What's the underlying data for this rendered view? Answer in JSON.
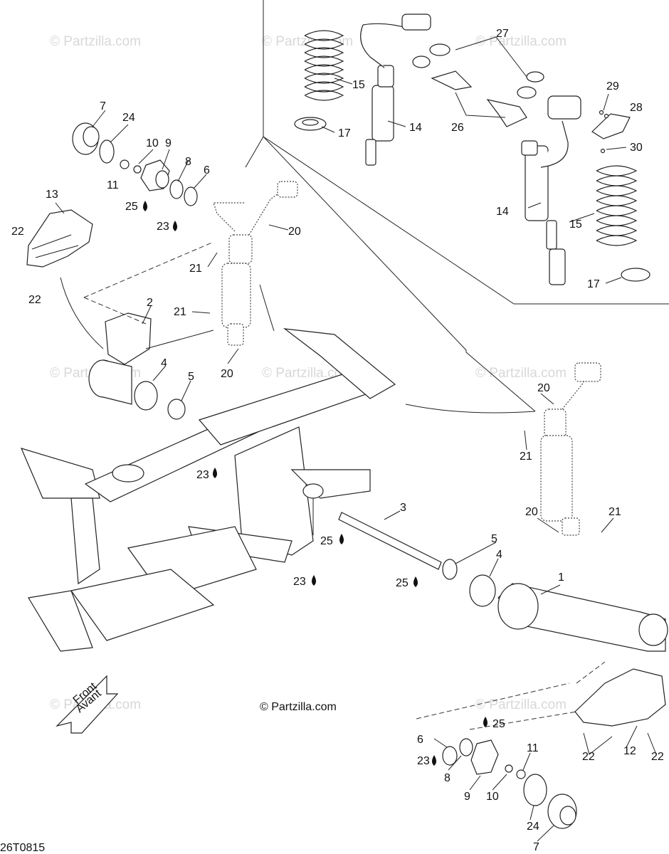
{
  "watermark": "© Partzilla.com",
  "copyright": "© Partzilla.com",
  "drawing_code": "26T0815",
  "front_arrow": {
    "line1": "Front",
    "line2": "Avant"
  },
  "callouts": {
    "c27": "27",
    "c15a": "15",
    "c17a": "17",
    "c14a": "14",
    "c26": "26",
    "c29": "29",
    "c28": "28",
    "c30": "30",
    "c14b": "14",
    "c15b": "15",
    "c17b": "17",
    "c7a": "7",
    "c24a": "24",
    "c10a": "10",
    "c9a": "9",
    "c8a": "8",
    "c6a": "6",
    "c11a": "11",
    "c25a": "25",
    "c23a": "23",
    "c13": "13",
    "c22a": "22",
    "c22b": "22",
    "c20a": "20",
    "c21a": "21",
    "c21b": "21",
    "c2": "2",
    "c4a": "4",
    "c5a": "5",
    "c20b": "20",
    "c23b": "23",
    "c23c": "23",
    "c25b": "25",
    "c25c": "25",
    "c3": "3",
    "c5b": "5",
    "c4b": "4",
    "c1": "1",
    "c20c": "20",
    "c21c": "21",
    "c20d": "20",
    "c21d": "21",
    "c6b": "6",
    "c25d": "25",
    "c23d": "23",
    "c8b": "8",
    "c9b": "9",
    "c10b": "10",
    "c11b": "11",
    "c24b": "24",
    "c7b": "7",
    "c12": "12",
    "c22c": "22",
    "c22d": "22"
  }
}
